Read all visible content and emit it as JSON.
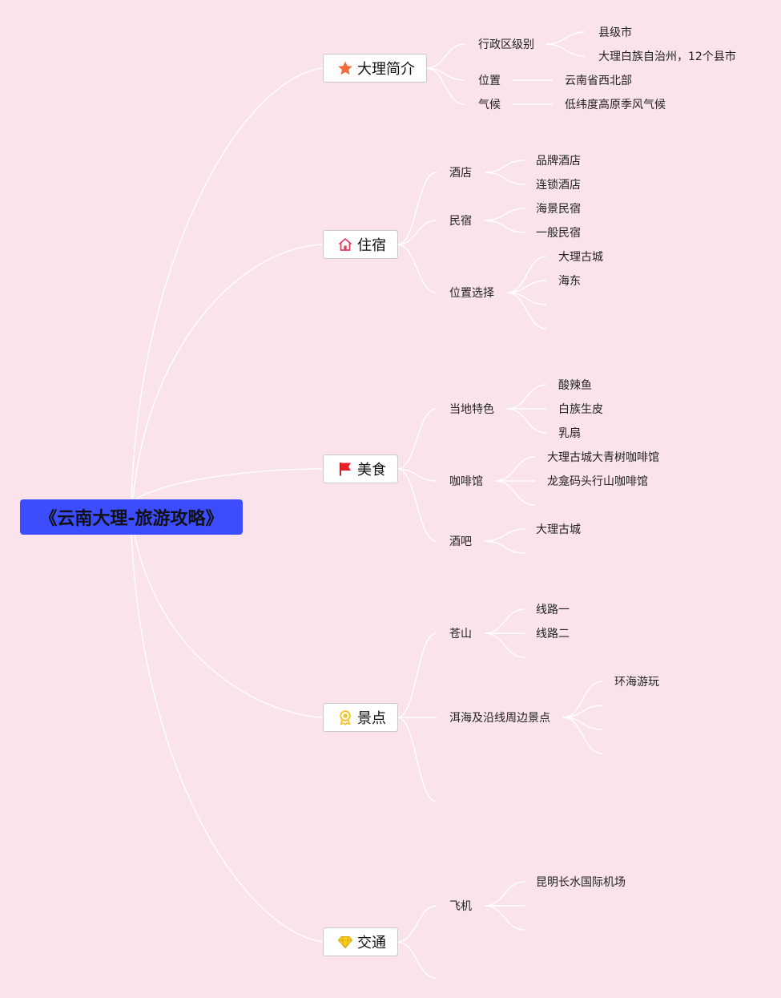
{
  "root": {
    "title": "《云南大理-旅游攻略》"
  },
  "branches": [
    {
      "label": "大理简介",
      "icon": "star-icon",
      "children": [
        {
          "label": "行政区级别",
          "children": [
            "县级市",
            "大理白族自治州，12个县市"
          ]
        },
        {
          "label": "位置",
          "children": [
            "云南省西北部"
          ]
        },
        {
          "label": "气候",
          "children": [
            "低纬度高原季风气候"
          ]
        }
      ]
    },
    {
      "label": "住宿",
      "icon": "house-icon",
      "children": [
        {
          "label": "酒店",
          "children": [
            "品牌酒店",
            "连锁酒店"
          ]
        },
        {
          "label": "民宿",
          "children": [
            "海景民宿",
            "一般民宿"
          ]
        },
        {
          "label": "位置选择",
          "children": [
            "大理古城",
            "海东"
          ]
        }
      ]
    },
    {
      "label": "美食",
      "icon": "flag-icon",
      "children": [
        {
          "label": "当地特色",
          "children": [
            "酸辣鱼",
            "白族生皮",
            "乳扇"
          ]
        },
        {
          "label": "咖啡馆",
          "children": [
            "大理古城大青树咖啡馆",
            "龙龛码头行山咖啡馆"
          ]
        },
        {
          "label": "酒吧",
          "children": [
            "大理古城"
          ]
        }
      ]
    },
    {
      "label": "景点",
      "icon": "award-icon",
      "children": [
        {
          "label": "苍山",
          "children": [
            "线路一",
            "线路二"
          ]
        },
        {
          "label": "洱海及沿线周边景点",
          "children": [
            "环海游玩"
          ]
        }
      ]
    },
    {
      "label": "交通",
      "icon": "diamond-icon",
      "children": [
        {
          "label": "飞机",
          "children": [
            "昆明长水国际机场"
          ]
        }
      ]
    }
  ],
  "colors": {
    "background": "#fae3ea",
    "root_fill": "#3b4dff",
    "connector": "#ffffff",
    "star": "#f26b3a",
    "house": "#e0405e",
    "flag": "#e8202a",
    "award": "#f2c21b",
    "diamond": "#f6d21f"
  }
}
